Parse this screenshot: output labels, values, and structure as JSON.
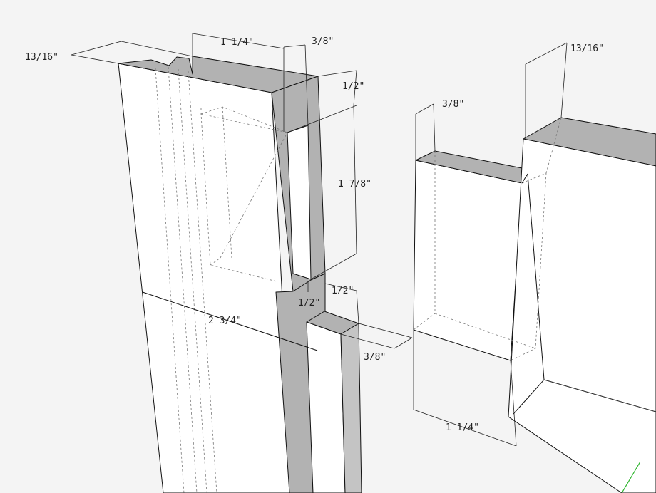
{
  "dimensions": {
    "stile_thickness": "13/16\"",
    "stile_mortise_length": "1 1/4\"",
    "stile_groove_width": "3/8\"",
    "mortise_top_offset": "1/2\"",
    "mortise_height": "1 7/8\"",
    "haunch_offset": "1/2\"",
    "haunch_depth": "1/2\"",
    "stile_width": "2 3/4\"",
    "haunch_groove_width": "3/8\"",
    "tenon_thickness": "3/8\"",
    "rail_thickness": "13/16\"",
    "tenon_length": "1 1/4\""
  },
  "colors": {
    "background": "#f4f4f4",
    "face_light": "#ffffff",
    "face_dark": "#b2b2b2",
    "edge": "#111111",
    "axis": "#2fb52f"
  }
}
